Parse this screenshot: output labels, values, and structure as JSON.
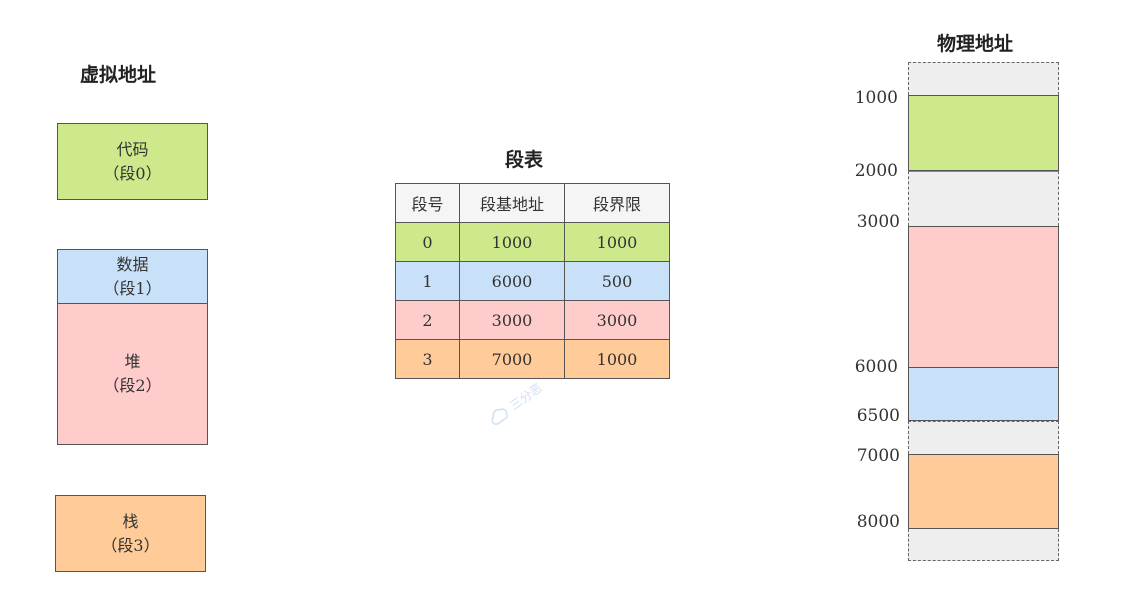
{
  "virtual": {
    "title": "虚拟地址",
    "blocks": [
      {
        "name": "代码",
        "seg": "（段0）",
        "color": "#cde98c"
      },
      {
        "name": "数据",
        "seg": "（段1）",
        "color": "#c8e1f9"
      },
      {
        "name": "堆",
        "seg": "（段2）",
        "color": "#ffcccc"
      },
      {
        "name": "栈",
        "seg": "（段3）",
        "color": "#ffcc99"
      }
    ]
  },
  "segment_table": {
    "title": "段表",
    "headers": [
      "段号",
      "段基地址",
      "段界限"
    ],
    "rows": [
      {
        "id": "0",
        "base": "1000",
        "limit": "1000",
        "color": "#cde98c"
      },
      {
        "id": "1",
        "base": "6000",
        "limit": "500",
        "color": "#c8e1f9"
      },
      {
        "id": "2",
        "base": "3000",
        "limit": "3000",
        "color": "#ffcccc"
      },
      {
        "id": "3",
        "base": "7000",
        "limit": "1000",
        "color": "#ffcc99"
      }
    ]
  },
  "physical": {
    "title": "物理地址",
    "address_labels": [
      "1000",
      "2000",
      "3000",
      "6000",
      "6500",
      "7000",
      "8000"
    ],
    "gap_color": "#eeeeee"
  },
  "watermark": "三分恶"
}
